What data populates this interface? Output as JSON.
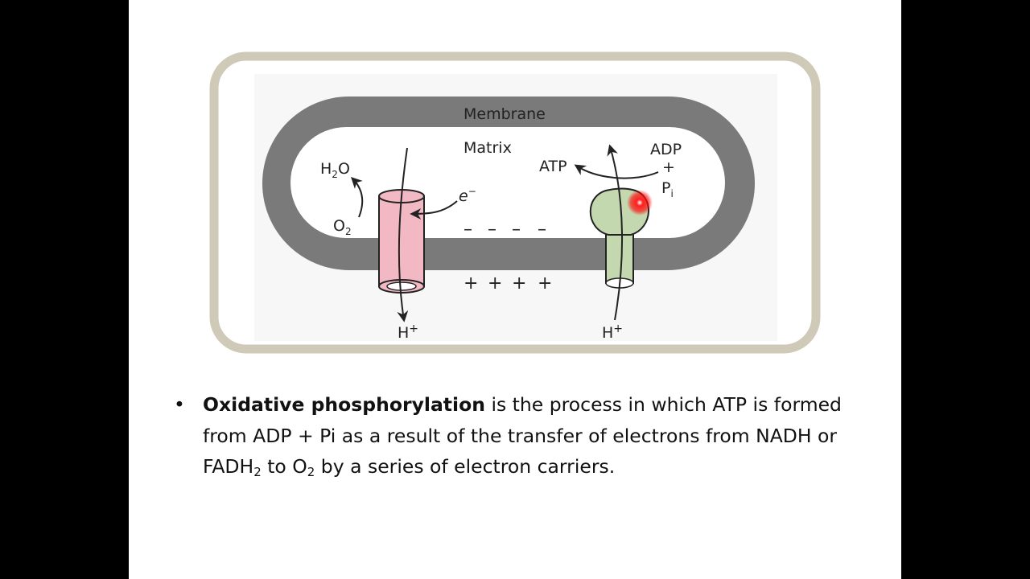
{
  "diagram": {
    "membrane_label": "Membrane",
    "matrix_label": "Matrix",
    "water": {
      "main": "H",
      "sub": "2",
      "tail": "O"
    },
    "oxygen": {
      "main": "O",
      "sub": "2"
    },
    "electron": {
      "main": "e",
      "sup": "−"
    },
    "minus_signs": [
      "–",
      "–",
      "–",
      "–"
    ],
    "plus_signs": [
      "+",
      "+",
      "+",
      "+"
    ],
    "proton_left": {
      "main": "H",
      "sup": "+"
    },
    "proton_right": {
      "main": "H",
      "sup": "+"
    },
    "atp_label": "ATP",
    "adp_label": "ADP",
    "plus_label": "+",
    "pi_label": {
      "main": "P",
      "sub": "i"
    },
    "colors": {
      "frame": "#cfc9b8",
      "membrane": "#7a7a7a",
      "pump": "#f2b9c4",
      "synthase": "#c4d8b0",
      "pointer": "#ff0000"
    }
  },
  "bullet": {
    "dot": "•",
    "term": "Oxidative phosphorylation",
    "part1": " is the process in which ATP is formed from ADP + Pi as a result of the transfer of electrons from NADH or FADH",
    "sub1": "2",
    "part2": " to O",
    "sub2": "2",
    "part3": " by a series of electron carriers."
  }
}
